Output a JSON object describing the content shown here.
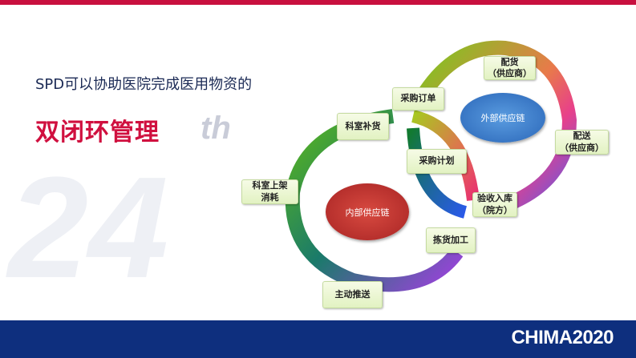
{
  "slide": {
    "subtitle": "SPD可以协助医院完成医用物资的",
    "title": "双闭环管理",
    "deco_text": "th",
    "deco_number": "24",
    "logo": "CHIMA2020"
  },
  "diagram": {
    "outer_loop_label": "外部供应链",
    "inner_loop_label": "内部供应链",
    "nodes": {
      "peihuo": [
        "配货",
        "（供应商）"
      ],
      "peisong": [
        "配送",
        "（供应商）"
      ],
      "caigou_dingdan": "采购订单",
      "keshi_buhuo": "科室补货",
      "caigou_jihua": "采购计划",
      "keshi_shangjia": [
        "科室上架",
        "消耗"
      ],
      "yanshou": [
        "验收入库",
        "（院方）"
      ],
      "jianhuo": "拣货加工",
      "zhudong": "主动推送"
    },
    "colors": {
      "outer": "#3a7fd0",
      "inner": "#c0302e",
      "accent": "#c8103f",
      "footer": "#0e2f7e"
    }
  }
}
